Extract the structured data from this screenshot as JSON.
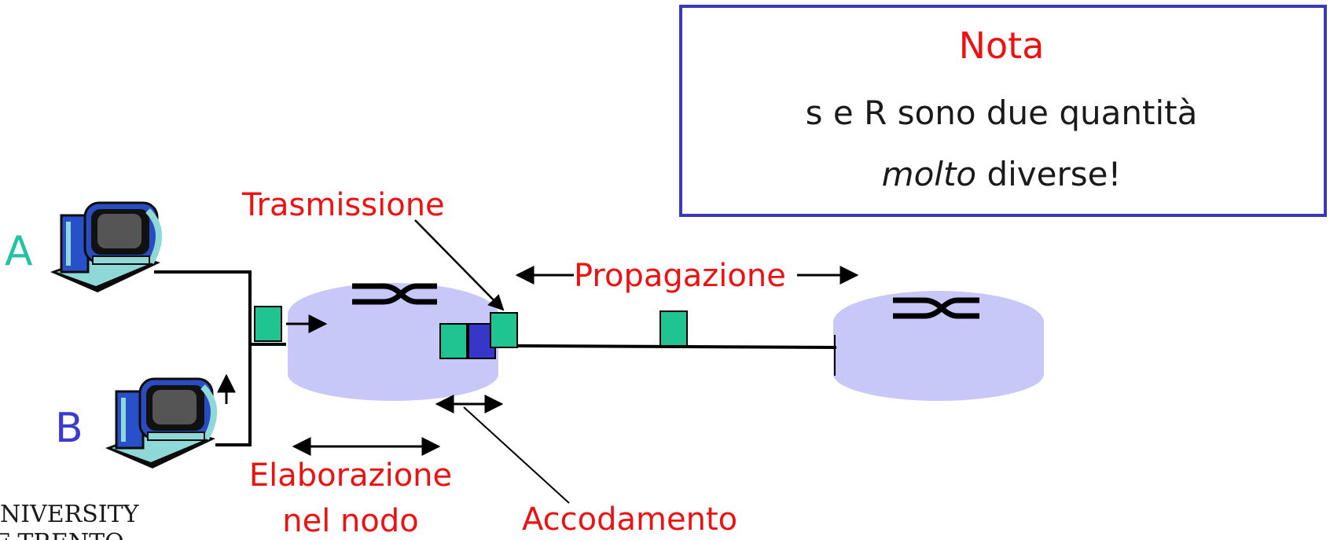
{
  "note": {
    "title": "Nota",
    "line1": "s e R sono due quantità",
    "line2_italic": "molto",
    "line2_rest": " diverse!"
  },
  "hosts": {
    "a_label": "A",
    "b_label": "B",
    "a_color": "#22c4a0",
    "b_color": "#3b3bd0"
  },
  "labels": {
    "transmission": "Trasmissione",
    "propagation": "Propagazione",
    "processing_line1": "Elaborazione",
    "processing_line2": "nel nodo",
    "queueing": "Accodamento"
  },
  "logo": {
    "line1": "NIVERSITY",
    "line2": "F TRENTO"
  },
  "colors": {
    "packet": "#1fc490",
    "queued_packet": "#3636c8",
    "router": "#c8c8f8",
    "note_border": "#3a3ab8",
    "label_red": "#ee1111"
  }
}
